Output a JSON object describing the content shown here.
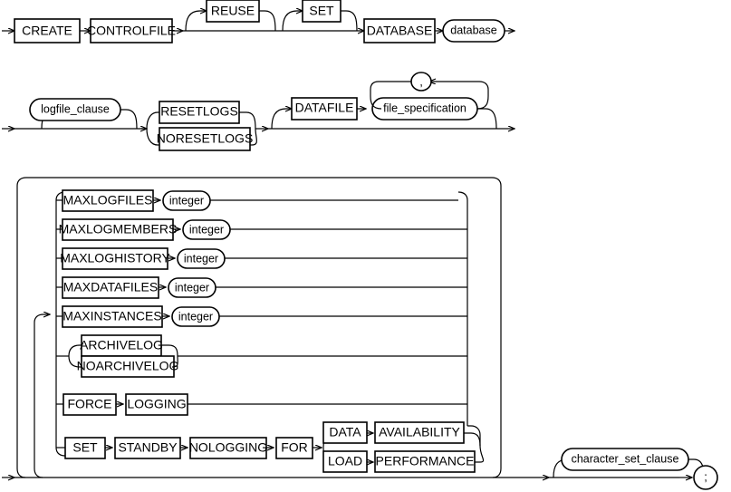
{
  "diagram": {
    "title": "create_controlfile",
    "type": "railroad-syntax-diagram",
    "colors": {
      "background": "#ffffff",
      "stroke": "#000000",
      "box_fill": "#ffffff"
    },
    "rows": [
      {
        "id": "row-1",
        "items": [
          {
            "label": "CREATE",
            "shape": "box"
          },
          {
            "label": "CONTROLFILE",
            "shape": "box"
          },
          {
            "label": "REUSE",
            "shape": "box",
            "optional": true
          },
          {
            "label": "SET",
            "shape": "box",
            "optional": true
          },
          {
            "label": "DATABASE",
            "shape": "box"
          },
          {
            "label": "database",
            "shape": "oval"
          }
        ]
      },
      {
        "id": "row-2",
        "items": [
          {
            "label": "logfile_clause",
            "shape": "oval",
            "optional": true
          },
          {
            "label": "RESETLOGS",
            "shape": "box"
          },
          {
            "label": "NORESETLOGS",
            "shape": "box"
          },
          {
            "label": "DATAFILE",
            "shape": "box",
            "optional": true
          },
          {
            "label": "file_specification",
            "shape": "oval",
            "repeat": true
          },
          {
            "label": ",",
            "shape": "circle"
          }
        ]
      },
      {
        "id": "row-3-options",
        "items": [
          {
            "label": "MAXLOGFILES",
            "shape": "box",
            "arg": "integer"
          },
          {
            "label": "MAXLOGMEMBERS",
            "shape": "box",
            "arg": "integer"
          },
          {
            "label": "MAXLOGHISTORY",
            "shape": "box",
            "arg": "integer"
          },
          {
            "label": "MAXDATAFILES",
            "shape": "box",
            "arg": "integer"
          },
          {
            "label": "MAXINSTANCES",
            "shape": "box",
            "arg": "integer"
          },
          {
            "label": "ARCHIVELOG",
            "shape": "box"
          },
          {
            "label": "NOARCHIVELOG",
            "shape": "box"
          },
          {
            "label": "FORCE",
            "shape": "box"
          },
          {
            "label": "LOGGING",
            "shape": "box"
          },
          {
            "label": "SET",
            "shape": "box"
          },
          {
            "label": "STANDBY",
            "shape": "box"
          },
          {
            "label": "NOLOGGING",
            "shape": "box"
          },
          {
            "label": "FOR",
            "shape": "box"
          },
          {
            "label": "DATA",
            "shape": "box"
          },
          {
            "label": "AVAILABILITY",
            "shape": "box"
          },
          {
            "label": "LOAD",
            "shape": "box"
          },
          {
            "label": "PERFORMANCE",
            "shape": "box"
          }
        ]
      },
      {
        "id": "row-4-tail",
        "items": [
          {
            "label": "character_set_clause",
            "shape": "oval",
            "optional": true
          },
          {
            "label": ";",
            "shape": "circle",
            "terminator": true
          }
        ]
      }
    ],
    "labels": {
      "create": "CREATE",
      "controlfile": "CONTROLFILE",
      "reuse": "REUSE",
      "set_top": "SET",
      "database_kw": "DATABASE",
      "database_nt": "database",
      "logfile_clause": "logfile_clause",
      "resetlogs": "RESETLOGS",
      "noresetlogs": "NORESETLOGS",
      "datafile": "DATAFILE",
      "file_specification": "file_specification",
      "comma": ",",
      "maxlogfiles": "MAXLOGFILES",
      "maxlogmembers": "MAXLOGMEMBERS",
      "maxloghistory": "MAXLOGHISTORY",
      "maxdatafiles": "MAXDATAFILES",
      "maxinstances": "MAXINSTANCES",
      "integer1": "integer",
      "integer2": "integer",
      "integer3": "integer",
      "integer4": "integer",
      "integer5": "integer",
      "archivelog": "ARCHIVELOG",
      "noarchivelog": "NOARCHIVELOG",
      "force": "FORCE",
      "logging": "LOGGING",
      "set_standby": "SET",
      "standby": "STANDBY",
      "nologging": "NOLOGGING",
      "for": "FOR",
      "data": "DATA",
      "availability": "AVAILABILITY",
      "load": "LOAD",
      "performance": "PERFORMANCE",
      "character_set_clause": "character_set_clause",
      "semicolon": ";"
    }
  }
}
